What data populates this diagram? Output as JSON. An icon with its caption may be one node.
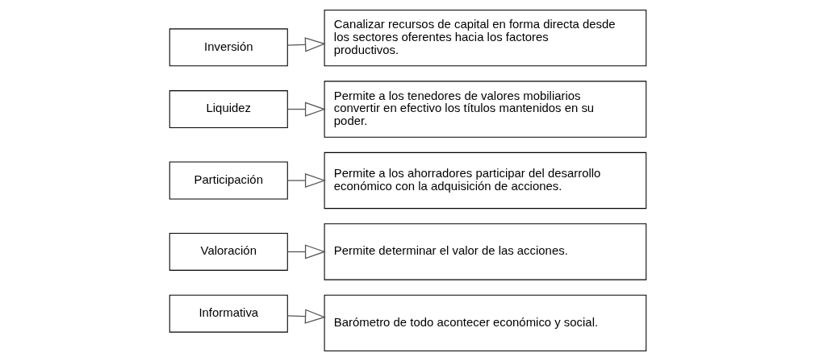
{
  "diagram": {
    "nodes": [
      {
        "text": [
          "Inversión"
        ]
      },
      {
        "text": [
          "Canalizar recursos de capital en forma directa desde los sectores oferentes hacia los factores productivos."
        ]
      },
      {
        "text": [
          "Liquidez"
        ]
      },
      {
        "text": [
          "Permite a los tenedores de valores mobiliarios convertir en efectivo los títulos mantenidos en su poder."
        ]
      },
      {
        "text": [
          "Participación"
        ]
      },
      {
        "text": [
          "Permite a los ahorradores participar del desarrollo económico con la adquisición de acciones."
        ]
      },
      {
        "text": [
          "Valoración"
        ]
      },
      {
        "text": [
          "Permite determinar el valor de las acciones."
        ]
      },
      {
        "text": [
          "Informativa"
        ]
      },
      {
        "text": [
          "Barómetro de todo acontecer económico y social."
        ]
      }
    ],
    "edges": [
      {
        "from": 0,
        "to": 1,
        "arrow": "to"
      },
      {
        "from": 2,
        "to": 3,
        "arrow": "to"
      },
      {
        "from": 4,
        "to": 5,
        "arrow": "to"
      },
      {
        "from": 6,
        "to": 7,
        "arrow": "to"
      },
      {
        "from": 8,
        "to": 9,
        "arrow": "to"
      }
    ]
  }
}
